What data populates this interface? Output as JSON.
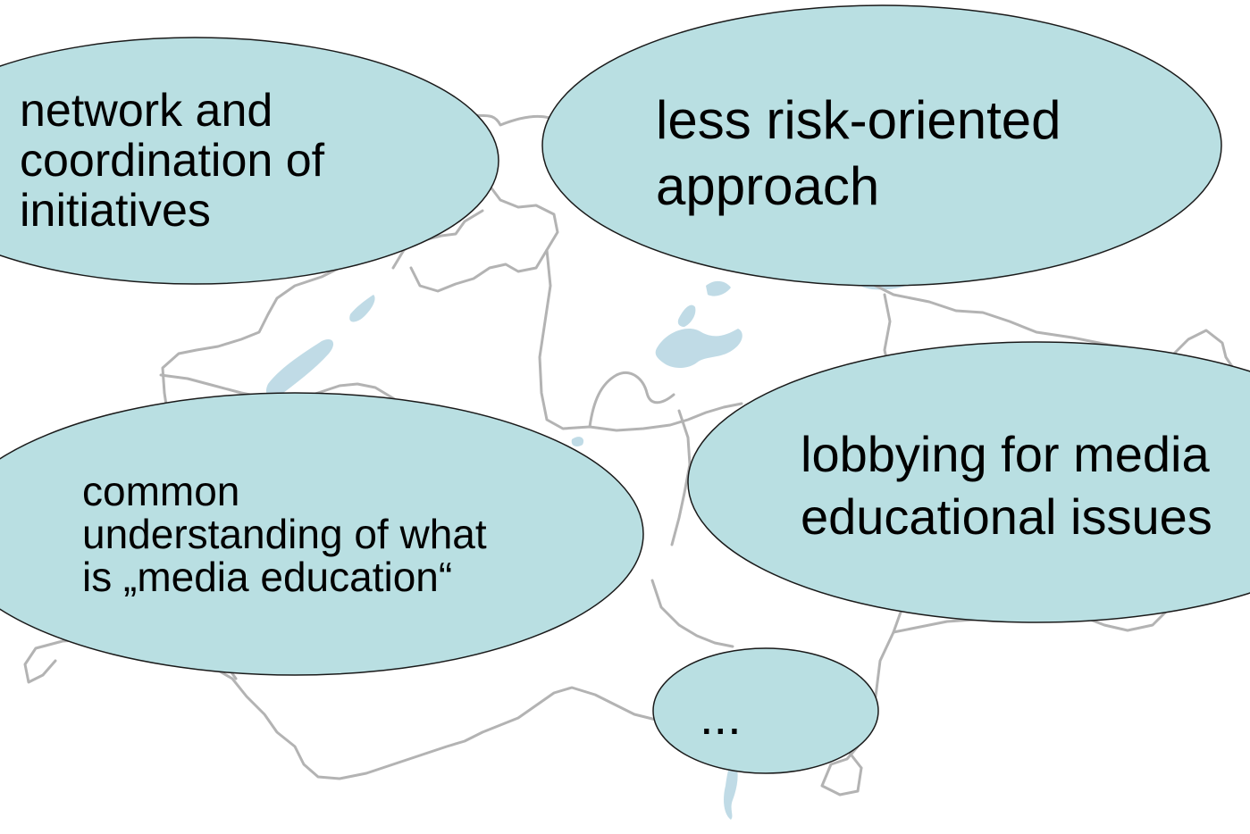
{
  "colors": {
    "bubble_fill": "#b9dfe2",
    "bubble_stroke": "#1a1a1a",
    "map_border": "#b3b3b3",
    "map_lakes": "#c0dbe6",
    "text": "#000000"
  },
  "background": {
    "icon": "switzerland-map-outline-icon"
  },
  "bubbles": [
    {
      "id": "network",
      "text": "network and\ncoordination of\ninitiatives"
    },
    {
      "id": "risk",
      "text": "less risk-oriented\napproach"
    },
    {
      "id": "common",
      "text": "common\nunderstanding of what\nis „media education“"
    },
    {
      "id": "lobbying",
      "text": "lobbying for media\neducational issues"
    },
    {
      "id": "more",
      "text": "..."
    }
  ]
}
